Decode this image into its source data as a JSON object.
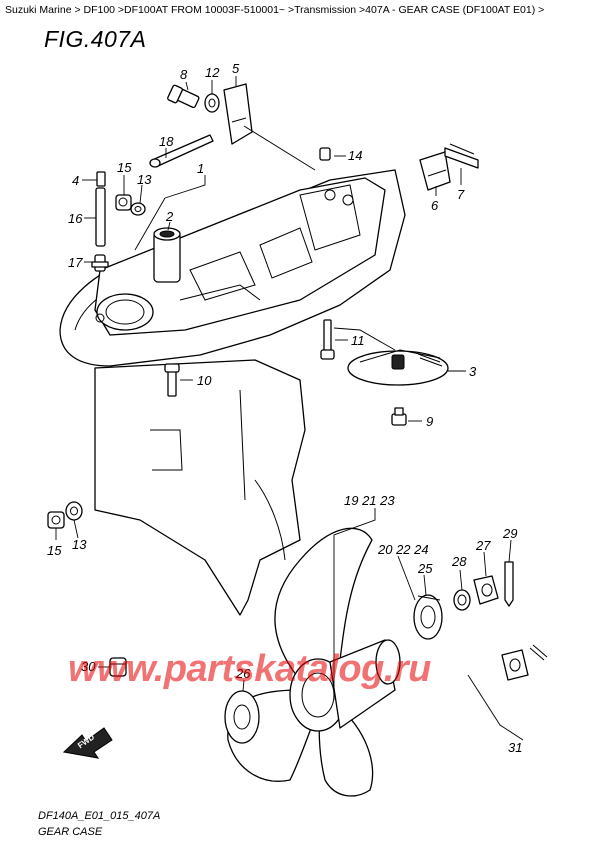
{
  "breadcrumb": "Suzuki Marine > DF100 >DF100AT FROM 10003F-510001~ >Transmission >407A - GEAR CASE (DF100AT E01) >",
  "figure_title": "FIG.407A",
  "footer": {
    "code": "DF140A_E01_015_407A",
    "caption": "GEAR CASE"
  },
  "watermark": "www.partskatalog.ru",
  "watermark_color": "#e60000",
  "callouts": {
    "c8": "8",
    "c12": "12",
    "c5": "5",
    "c18": "18",
    "c14": "14",
    "c6": "6",
    "c7": "7",
    "c4": "4",
    "c15a": "15",
    "c13a": "13",
    "c1": "1",
    "c2": "2",
    "c16": "16",
    "c17": "17",
    "c11": "11",
    "c3": "3",
    "c10": "10",
    "c9": "9",
    "c15b": "15",
    "c13b": "13",
    "c19_21_23": "19 21 23",
    "c20_22_24": "20 22 24",
    "c29": "29",
    "c27": "27",
    "c28": "28",
    "c25": "25",
    "c30": "30",
    "c26": "26",
    "c31": "31"
  },
  "fwd_label": "FWD"
}
